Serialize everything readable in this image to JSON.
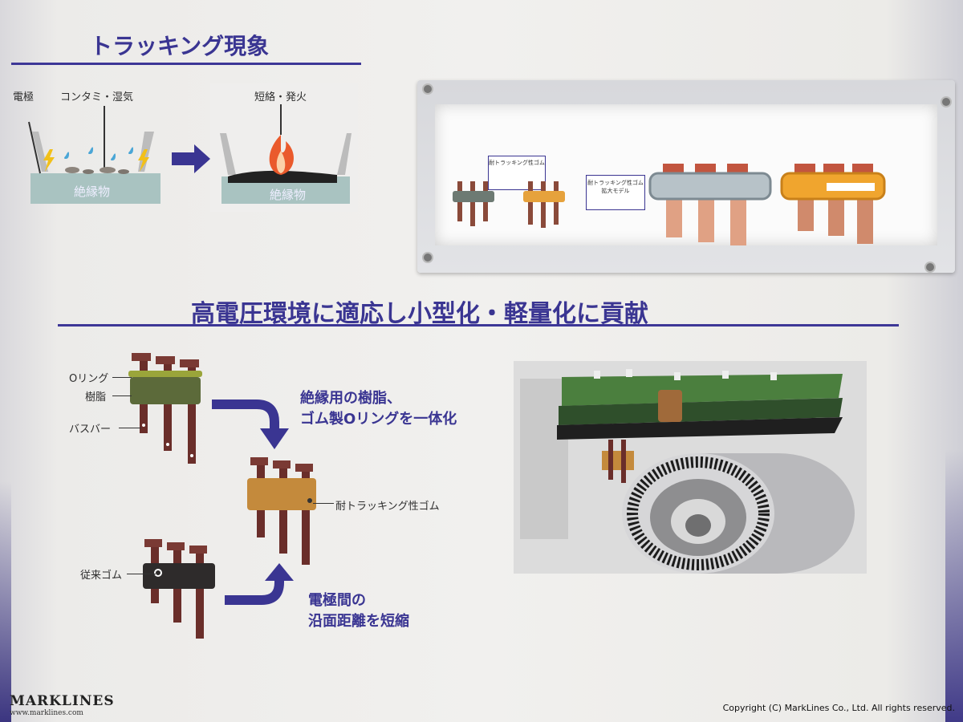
{
  "tracking": {
    "title": "トラッキング現象",
    "label_electrode": "電極",
    "label_contamination": "コンタミ・湿気",
    "label_insulator": "絶縁物",
    "label_short": "短絡・発火",
    "label_insulator_after": "絶縁物"
  },
  "showcase": {
    "card1_title": "耐トラッキング性ゴム",
    "card2_title": "耐トラッキング性ゴム",
    "card2_sub": "拡大モデル"
  },
  "main": {
    "title": "高電圧環境に適応し小型化・軽量化に貢献",
    "label_oring": "Oリング",
    "label_resin": "樹脂",
    "label_busbar": "バスバー",
    "note1_line1": "絶縁用の樹脂、",
    "note1_line2": "ゴム製Oリングを一体化",
    "label_tracking_rubber": "耐トラッキング性ゴム",
    "label_conventional": "従来ゴム",
    "note2_line1": "電極間の",
    "note2_line2": "沿面距離を短縮"
  },
  "footer": {
    "logo": "MARKLINES",
    "url": "www.marklines.com",
    "copyright": "Copyright (C) MarkLines Co., Ltd. All rights reserved."
  },
  "colors": {
    "accent": "#3a3592",
    "rubber_orange": "#c48a3c",
    "rubber_grey": "#6d7a73",
    "copper": "#6a2e2a"
  }
}
